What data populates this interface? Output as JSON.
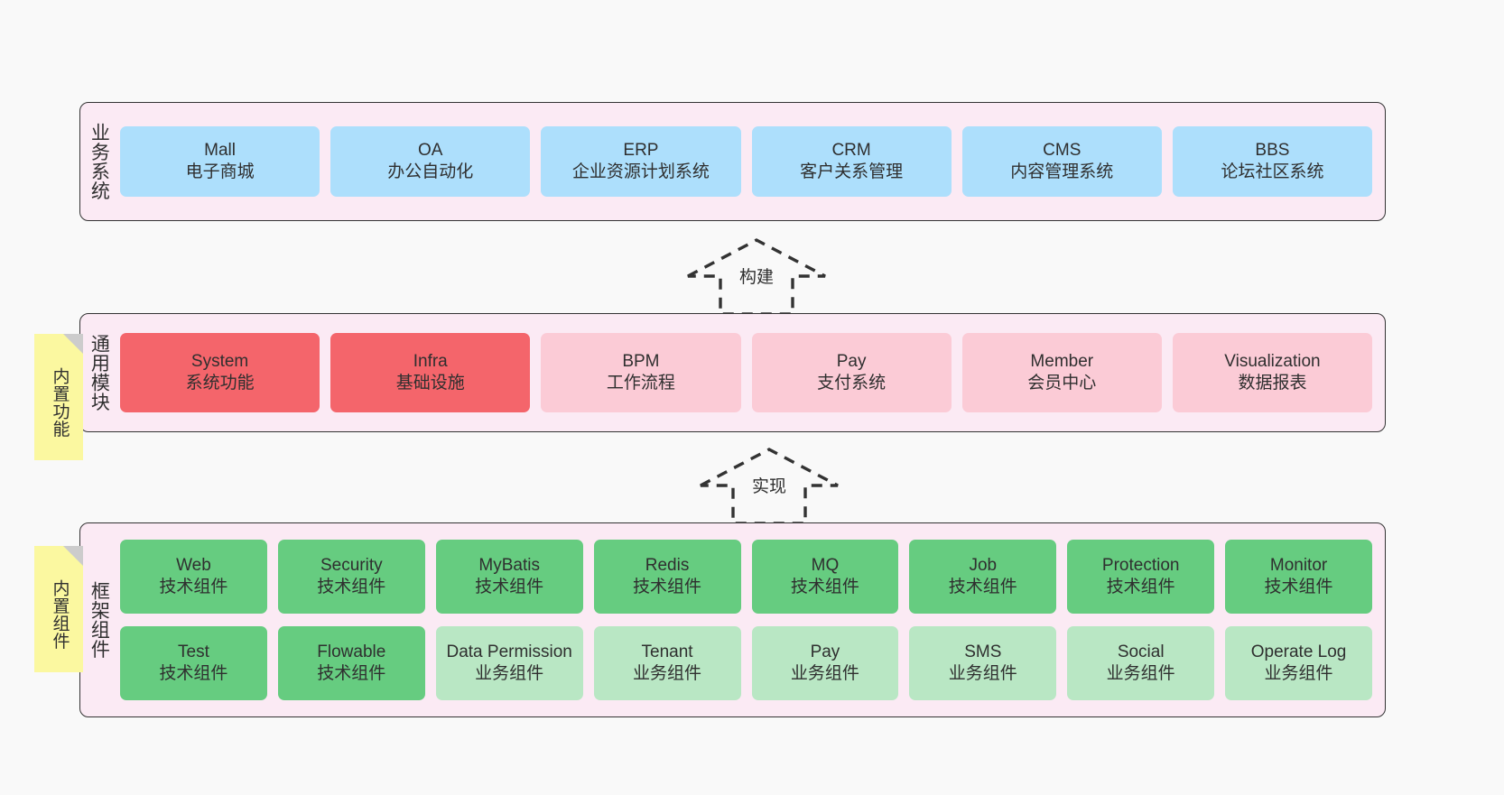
{
  "diagram": {
    "background_color": "#f9f9f9",
    "band_color": "#fbeaf4",
    "note_color": "#fbf8a0",
    "colors": {
      "business": "#addffc",
      "module_core": "#f4656b",
      "module_optional": "#fbcbd6",
      "framework_tech": "#66cc80",
      "framework_biz": "#b9e7c4"
    }
  },
  "layers": {
    "business": {
      "title": "业务系统",
      "items": [
        {
          "en": "Mall",
          "cn": "电子商城",
          "color": "blue"
        },
        {
          "en": "OA",
          "cn": "办公自动化",
          "color": "blue"
        },
        {
          "en": "ERP",
          "cn": "企业资源计划系统",
          "color": "blue"
        },
        {
          "en": "CRM",
          "cn": "客户关系管理",
          "color": "blue"
        },
        {
          "en": "CMS",
          "cn": "内容管理系统",
          "color": "blue"
        },
        {
          "en": "BBS",
          "cn": "论坛社区系统",
          "color": "blue"
        }
      ]
    },
    "modules": {
      "title": "通用模块",
      "note": "内置功能",
      "items": [
        {
          "en": "System",
          "cn": "系统功能",
          "color": "red"
        },
        {
          "en": "Infra",
          "cn": "基础设施",
          "color": "red"
        },
        {
          "en": "BPM",
          "cn": "工作流程",
          "color": "pink"
        },
        {
          "en": "Pay",
          "cn": "支付系统",
          "color": "pink"
        },
        {
          "en": "Member",
          "cn": "会员中心",
          "color": "pink"
        },
        {
          "en": "Visualization",
          "cn": "数据报表",
          "color": "pink"
        }
      ]
    },
    "framework": {
      "title": "框架组件",
      "note": "内置组件",
      "row1": [
        {
          "en": "Web",
          "cn": "技术组件",
          "color": "green"
        },
        {
          "en": "Security",
          "cn": "技术组件",
          "color": "green"
        },
        {
          "en": "MyBatis",
          "cn": "技术组件",
          "color": "green"
        },
        {
          "en": "Redis",
          "cn": "技术组件",
          "color": "green"
        },
        {
          "en": "MQ",
          "cn": "技术组件",
          "color": "green"
        },
        {
          "en": "Job",
          "cn": "技术组件",
          "color": "green"
        },
        {
          "en": "Protection",
          "cn": "技术组件",
          "color": "green"
        },
        {
          "en": "Monitor",
          "cn": "技术组件",
          "color": "green"
        }
      ],
      "row2": [
        {
          "en": "Test",
          "cn": "技术组件",
          "color": "green"
        },
        {
          "en": "Flowable",
          "cn": "技术组件",
          "color": "green"
        },
        {
          "en": "Data Permission",
          "cn": "业务组件",
          "color": "green-light",
          "wrap": true
        },
        {
          "en": "Tenant",
          "cn": "业务组件",
          "color": "green-light"
        },
        {
          "en": "Pay",
          "cn": "业务组件",
          "color": "green-light"
        },
        {
          "en": "SMS",
          "cn": "业务组件",
          "color": "green-light"
        },
        {
          "en": "Social",
          "cn": "业务组件",
          "color": "green-light"
        },
        {
          "en": "Operate Log",
          "cn": "业务组件",
          "color": "green-light"
        }
      ]
    }
  },
  "relations": {
    "build": {
      "label": "构建"
    },
    "implement": {
      "label": "实现"
    }
  }
}
